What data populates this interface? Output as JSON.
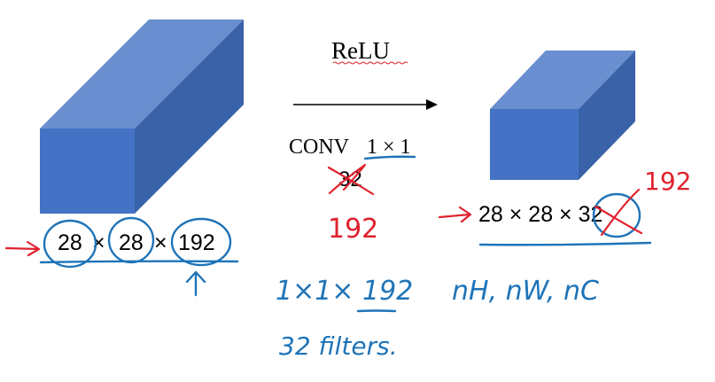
{
  "operation": {
    "activation": "ReLU",
    "conv_label": "CONV",
    "kernel": "1 × 1",
    "crossed_count": "32",
    "handwritten_count": "192"
  },
  "input_volume": {
    "height": "28",
    "width": "28",
    "channels": "192",
    "times": "×"
  },
  "output_volume": {
    "label": "28 × 28 × 32",
    "handwritten_channels": "192"
  },
  "notes": {
    "filter_size": "1×1× 192",
    "dims": "nH, nW,  nC",
    "filters": "32  filters."
  },
  "colors": {
    "cube_front": "#4472c4",
    "cube_top": "#6a8fd0",
    "cube_side": "#3a62a8",
    "ink_red": "#e0212e",
    "ink_blue": "#1f74b8"
  }
}
